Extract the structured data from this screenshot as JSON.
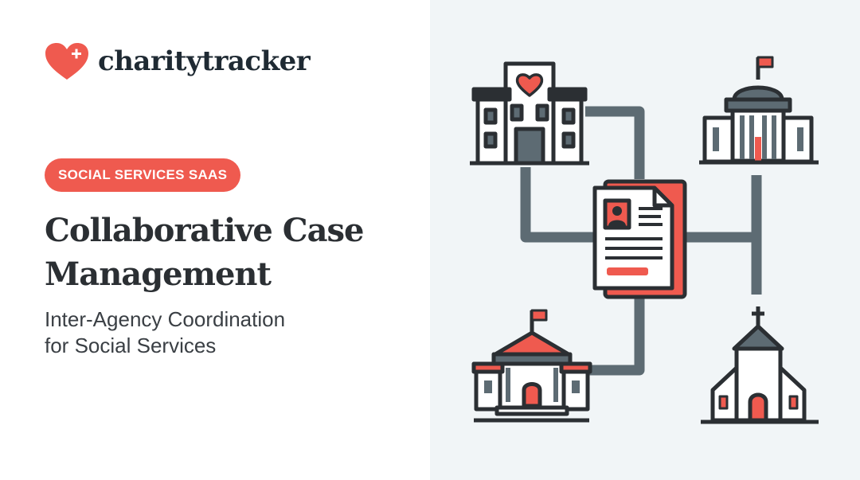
{
  "brand": {
    "logo_text": "charitytracker",
    "logo_icon": "heart-plus-icon"
  },
  "badge": {
    "label": "SOCIAL SERVICES SAAS"
  },
  "headline": {
    "line1": "Collaborative Case",
    "line2": "Management"
  },
  "subhead": {
    "line1": "Inter-Agency Coordination",
    "line2": "for Social Services"
  },
  "illustration": {
    "icons": [
      "hospital-building-icon",
      "government-building-icon",
      "case-document-icon",
      "courthouse-icon",
      "church-icon"
    ]
  },
  "colors": {
    "accent": "#ef5a4f",
    "dark": "#2b2f33",
    "connector": "#5d6b73",
    "panel_bg": "#f1f5f7"
  }
}
